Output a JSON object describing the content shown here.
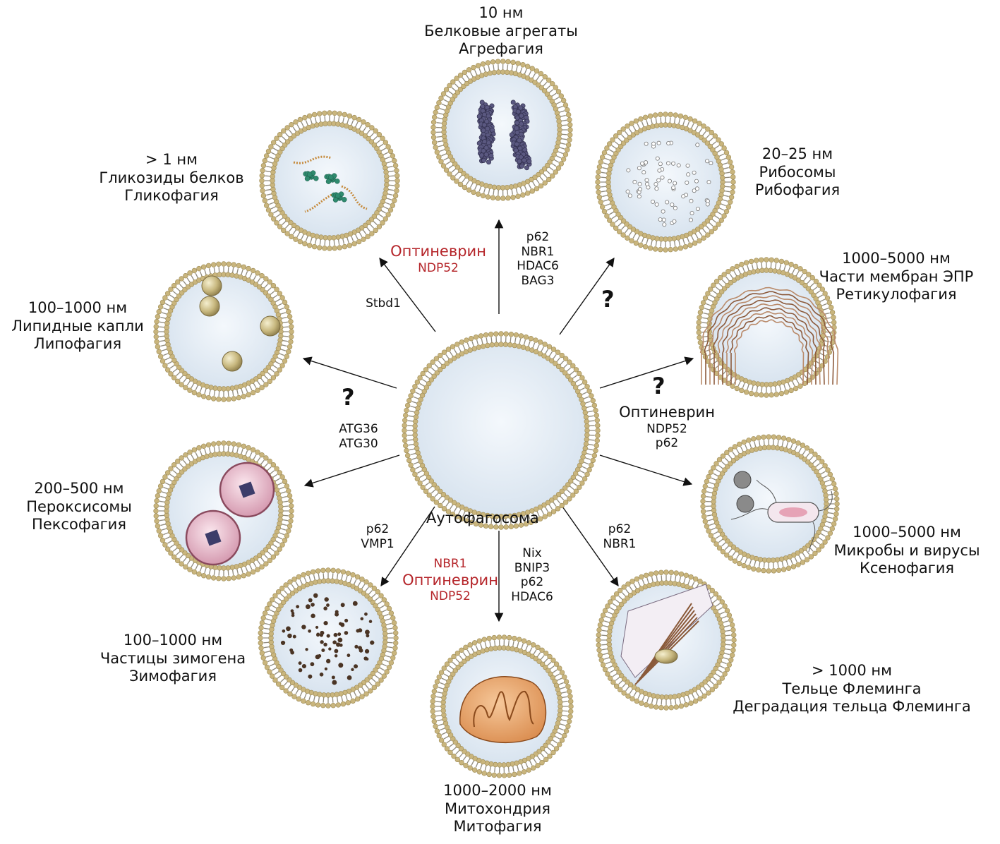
{
  "center_label": "Аутофагосома",
  "colors": {
    "membrane_head": "#c9b57d",
    "membrane_tail": "#8f8a7d",
    "lumen": "#e7eef6",
    "red_text": "#b5252a",
    "arrow": "#111111"
  },
  "targets": {
    "agrephagy": {
      "size": "10 нм",
      "cargo": "Белковые агрегаты",
      "process": "Агрефагия"
    },
    "ribophagy": {
      "size": "20–25 нм",
      "cargo": "Рибосомы",
      "process": "Рибофагия"
    },
    "reticulophagy": {
      "size": "1000–5000 нм",
      "cargo": "Части мембран ЭПР",
      "process": "Ретикулофагия"
    },
    "xenophagy": {
      "size": "1000–5000 нм",
      "cargo": "Микробы и вирусы",
      "process": "Ксенофагия"
    },
    "midbody": {
      "size": "> 1000 нм",
      "cargo": "Тельце Флеминга",
      "process": "Деградация тельца Флеминга"
    },
    "mitophagy": {
      "size": "1000–2000 нм",
      "cargo": "Митохондрия",
      "process": "Митофагия"
    },
    "zymophagy": {
      "size": "100–1000 нм",
      "cargo": "Частицы зимогена",
      "process": "Зимофагия"
    },
    "pexophagy": {
      "size": "200–500 нм",
      "cargo": "Пероксисомы",
      "process": "Пексофагия"
    },
    "lipophagy": {
      "size": "100–1000 нм",
      "cargo": "Липидные капли",
      "process": "Липофагия"
    },
    "glycophagy": {
      "size": "> 1 нм",
      "cargo": "Гликозиды белков",
      "process": "Гликофагия"
    }
  },
  "receptors": {
    "top": [
      "p62",
      "NBR1",
      "HDAC6",
      "BAG3"
    ],
    "top_left_red": [
      "Оптиневрин",
      "NDP52"
    ],
    "top_left": [
      "Stbd1"
    ],
    "question": "?",
    "right_black": [
      "Оптиневрин",
      "NDP52",
      "p62"
    ],
    "left": [
      "ATG36",
      "ATG30"
    ],
    "bottom_left": [
      "p62",
      "VMP1"
    ],
    "bottom_red": [
      "NBR1",
      "Оптиневрин",
      "NDP52"
    ],
    "bottom": [
      "Nix",
      "BNIP3",
      "p62",
      "HDAC6"
    ],
    "bottom_right": [
      "p62",
      "NBR1"
    ]
  }
}
